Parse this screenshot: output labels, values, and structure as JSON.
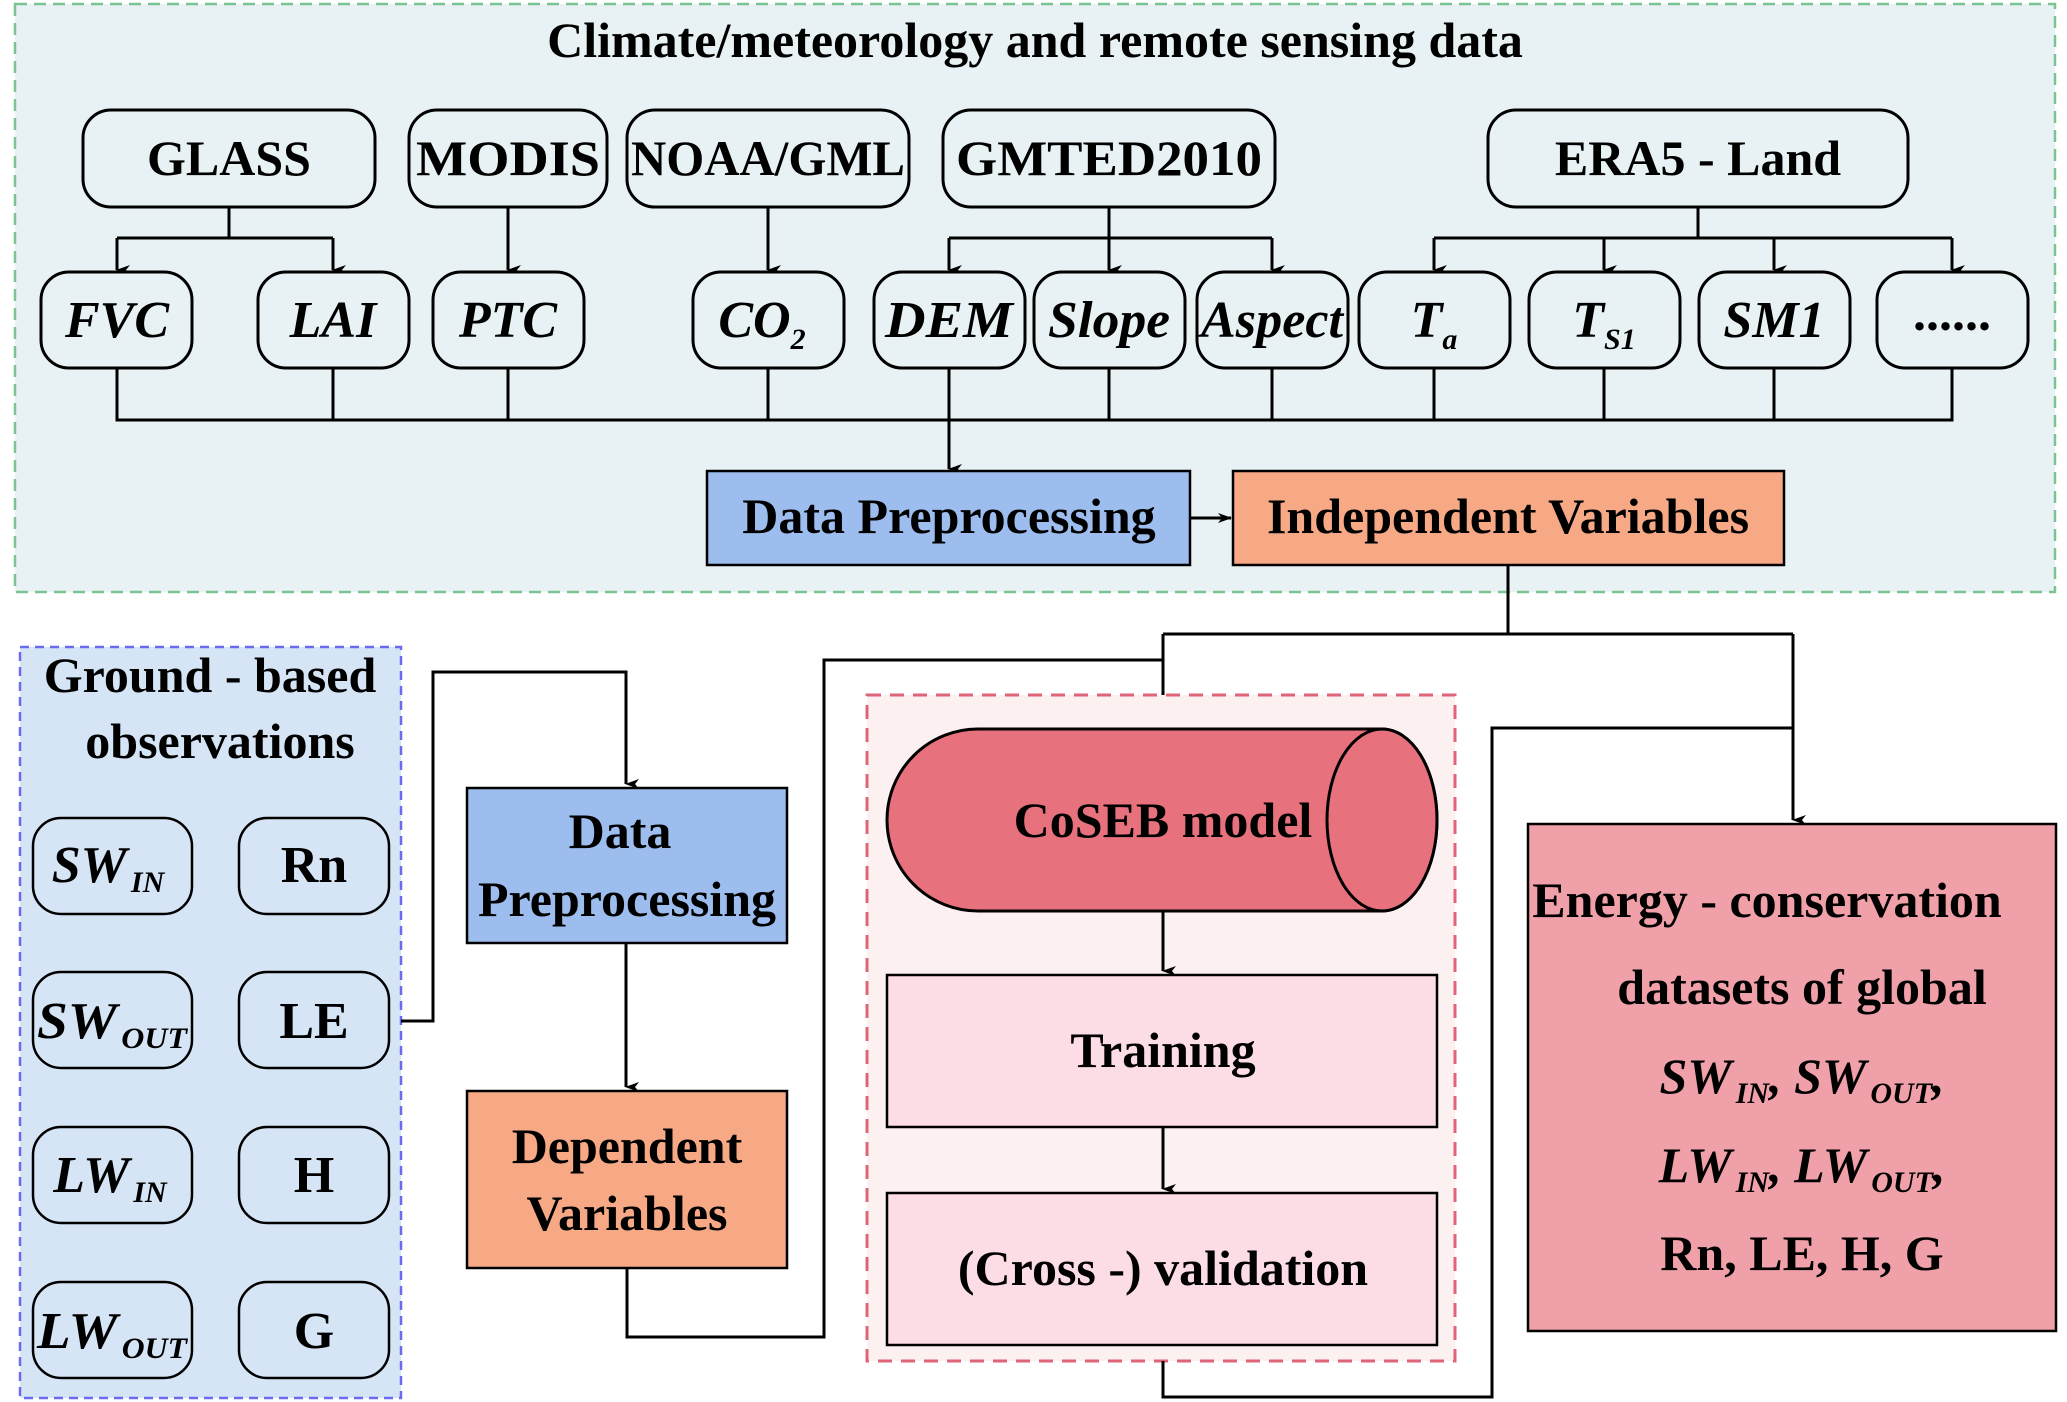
{
  "colors": {
    "top_panel_bg": "#e8f2f4",
    "top_panel_border": "#7cc394",
    "ground_panel_bg": "#d5e5f5",
    "ground_panel_border": "#6b6bf0",
    "data_preprocessing": "#9cbdee",
    "variables": "#f7a986",
    "model_panel_bg": "#fcf0f1",
    "model_panel_border": "#e06478",
    "coseb_fill": "#e8717e",
    "step_fill": "#fcdde6",
    "output_fill": "#f0a0a8"
  },
  "top_panel": {
    "title": "Climate/meteorology and remote sensing data",
    "sources": [
      {
        "id": "glass",
        "label": "GLASS"
      },
      {
        "id": "modis",
        "label": "MODIS"
      },
      {
        "id": "noaa",
        "label": "NOAA/GML"
      },
      {
        "id": "gmted",
        "label": "GMTED2010"
      },
      {
        "id": "era5",
        "label": "ERA5 - Land"
      }
    ],
    "variables": [
      {
        "id": "fvc",
        "label": "FVC",
        "sub": ""
      },
      {
        "id": "lai",
        "label": "LAI",
        "sub": ""
      },
      {
        "id": "ptc",
        "label": "PTC",
        "sub": ""
      },
      {
        "id": "co2",
        "label": "CO",
        "sub": "2"
      },
      {
        "id": "dem",
        "label": "DEM",
        "sub": ""
      },
      {
        "id": "slope",
        "label": "Slope",
        "sub": ""
      },
      {
        "id": "aspect",
        "label": "Aspect",
        "sub": ""
      },
      {
        "id": "ta",
        "label": "T",
        "sub": "a"
      },
      {
        "id": "ts1",
        "label": "T",
        "sub": "S1"
      },
      {
        "id": "sm1",
        "label": "SM1",
        "sub": ""
      },
      {
        "id": "more",
        "label": "......",
        "sub": ""
      }
    ],
    "data_preprocessing": "Data Preprocessing",
    "independent_variables": "Independent Variables"
  },
  "ground_panel": {
    "title_line1": "Ground - based",
    "title_line2": "observations",
    "items": [
      {
        "id": "sw-in",
        "label": "SW",
        "sub": "IN",
        "italic": true
      },
      {
        "id": "rn",
        "label": "Rn",
        "sub": "",
        "italic": false
      },
      {
        "id": "sw-out",
        "label": "SW",
        "sub": "OUT",
        "italic": true
      },
      {
        "id": "le",
        "label": "LE",
        "sub": "",
        "italic": false
      },
      {
        "id": "lw-in",
        "label": "LW",
        "sub": "IN",
        "italic": true
      },
      {
        "id": "h",
        "label": "H",
        "sub": "",
        "italic": false
      },
      {
        "id": "lw-out",
        "label": "LW",
        "sub": "OUT",
        "italic": true
      },
      {
        "id": "g",
        "label": "G",
        "sub": "",
        "italic": false
      }
    ]
  },
  "middle": {
    "data_preprocessing_line1": "Data",
    "data_preprocessing_line2": "Preprocessing",
    "dependent_line1": "Dependent",
    "dependent_line2": "Variables"
  },
  "model_panel": {
    "model": "CoSEB model",
    "training": "Training",
    "validation": "(Cross -) validation"
  },
  "output": {
    "line1": "Energy - conservation",
    "line2": "datasets of global",
    "line3_a": "SW",
    "line3_a_sub": "IN",
    "line3_sep": ", ",
    "line3_b": "SW",
    "line3_b_sub": "OUT",
    "line3_end": ",",
    "line4_a": "LW",
    "line4_a_sub": "IN",
    "line4_sep": ", ",
    "line4_b": "LW",
    "line4_b_sub": "OUT",
    "line4_end": ",",
    "line5": "Rn, LE, H, G"
  }
}
